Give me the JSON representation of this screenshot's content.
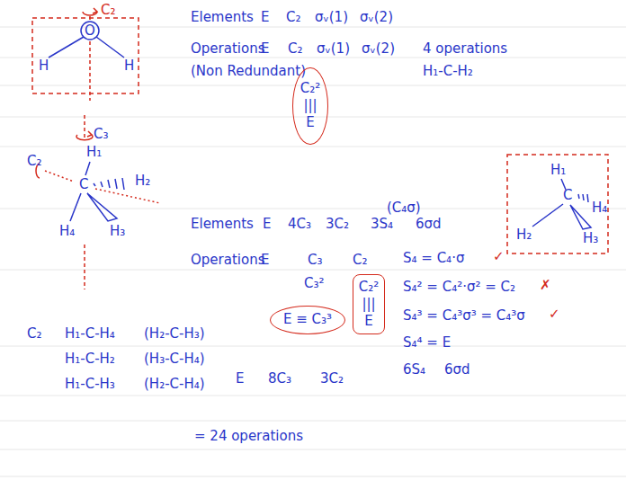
{
  "diagram": {
    "nodes": [
      {
        "text": [
          "C₂²",
          "|||",
          "E"
        ]
      },
      {
        "text": [
          "C₂²",
          "|||",
          "E"
        ]
      },
      {
        "text": [
          "E ≡ C₃³"
        ]
      }
    ],
    "labels": [
      "C₂",
      "O",
      "H",
      "H",
      "Elements",
      "E",
      "C₂",
      "σᵥ(1)",
      "σᵥ(2)",
      "Operations",
      "E",
      "C₂",
      "σᵥ(1)",
      "σᵥ(2)",
      "4 operations",
      "(Non Redundant)",
      "H₁-C-H₂",
      "H₁",
      "C",
      "H₄",
      "H₂",
      "H₃",
      "C₃",
      "H₁",
      "C₂",
      "C",
      "H₂",
      "H₄",
      "H₃",
      "(C₄σ)",
      "Elements",
      "E",
      "4C₃",
      "3C₂",
      "3S₄",
      "6σd",
      "Operations",
      "E",
      "C₃",
      "C₂",
      "S₄ = C₄·σ",
      "✓",
      "C₃²",
      "S₄² = C₄²·σ² = C₂",
      "✗",
      "S₄³ = C₄³σ³ = C₄³σ",
      "✓",
      "S₄⁴ = E",
      "C₂",
      "H₁-C-H₄",
      "(H₂-C-H₃)",
      "H₁-C-H₂",
      "(H₃-C-H₄)",
      "H₁-C-H₃",
      "(H₂-C-H₄)",
      "E",
      "8C₃",
      "3C₂",
      "6S₄",
      "6σd",
      "= 24 operations"
    ]
  }
}
